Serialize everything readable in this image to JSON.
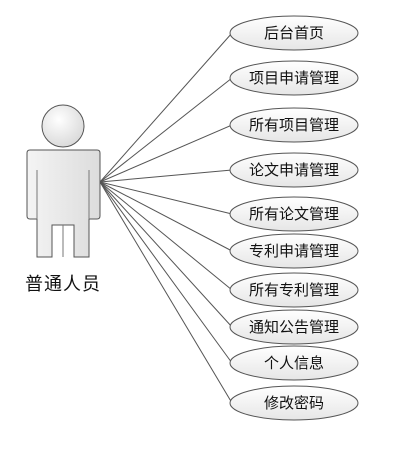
{
  "actor": {
    "label": "普通人员"
  },
  "use_cases": [
    {
      "label": "后台首页"
    },
    {
      "label": "项目申请管理"
    },
    {
      "label": "所有项目管理"
    },
    {
      "label": "论文申请管理"
    },
    {
      "label": "所有论文管理"
    },
    {
      "label": "专利申请管理"
    },
    {
      "label": "所有专利管理"
    },
    {
      "label": "通知公告管理"
    },
    {
      "label": "个人信息"
    },
    {
      "label": "修改密码"
    }
  ]
}
